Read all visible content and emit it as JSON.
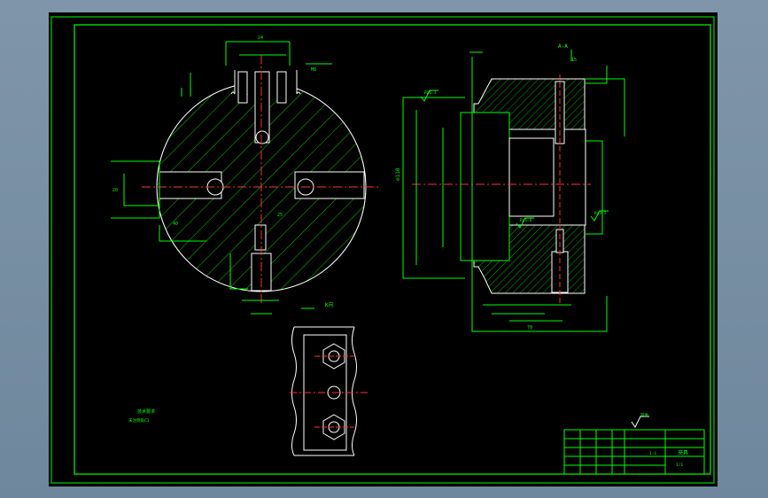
{
  "drawing": {
    "frame_color": "#00ff00",
    "part_color": "#ffffff",
    "dim_color": "#00ff00",
    "center_color": "#ff3030",
    "hatch_color": "#00ff00",
    "title_block": {
      "part_name": "夹具",
      "scale": "1:1",
      "sheet": "1/1"
    },
    "notes": {
      "title": "技术要求",
      "line1": "未注倒角C1"
    },
    "view_labels": {
      "aux_view": "K向",
      "section": "A-A"
    },
    "dims": {
      "top_slot": "24",
      "top_bolt": "M8",
      "left_slot": "20",
      "side_dim": "40",
      "bottom_dim": "25",
      "right_height": "⌀110",
      "right_top": "15",
      "right_width": "70"
    },
    "roughness": {
      "sym1": "Ra6.3",
      "sym2": "Ra3.2",
      "sym3": "Ra1.6",
      "general": "其余"
    }
  }
}
